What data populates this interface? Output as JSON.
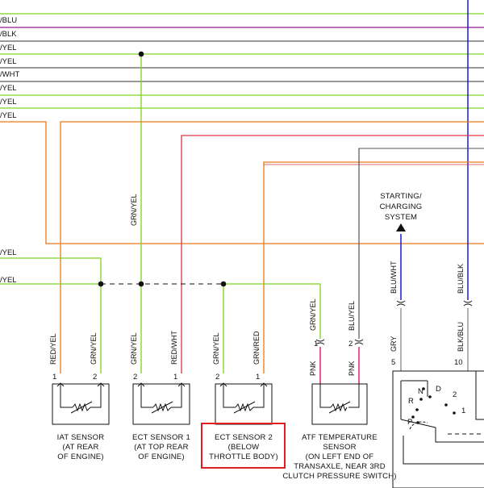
{
  "left_wire_labels": [
    "/BLU",
    "/BLK",
    "/YEL",
    "/YEL",
    "/WHT",
    "/YEL",
    "/YEL",
    "/YEL"
  ],
  "mid_wire_labels": [
    "/YEL",
    "/YEL"
  ],
  "vertical_labels": {
    "grn_yel_top": "GRN/YEL",
    "iat_a": "RED/YEL",
    "iat_b": "GRN/YEL",
    "ect1_a": "GRN/YEL",
    "ect1_b": "RED/WHT",
    "ect2_a": "GRN/YEL",
    "ect2_b": "GRN/RED",
    "atf_top_a": "GRN/YEL",
    "atf_top_b": "BLU/YEL",
    "atf_bot_a": "PNK",
    "atf_bot_b": "PNK",
    "sc_top": "BLU/WHT",
    "sc_bot": "GRY",
    "right_top": "BLU/BLK",
    "right_bot": "BLK/BLU"
  },
  "pins": {
    "iat": [
      "1",
      "2"
    ],
    "ect1": [
      "2",
      "1"
    ],
    "ect2": [
      "2",
      "1"
    ],
    "atf": [
      "1",
      "2"
    ],
    "gry": "5",
    "blk": "10"
  },
  "starting_charging": [
    "STARTING/",
    "CHARGING",
    "SYSTEM"
  ],
  "components": {
    "iat": [
      "IAT SENSOR",
      "(AT REAR",
      "OF ENGINE)"
    ],
    "ect1": [
      "ECT SENSOR 1",
      "(AT TOP REAR",
      "OF ENGINE)"
    ],
    "ect2": [
      "ECT SENSOR 2",
      "(BELOW",
      "THROTTLE BODY)"
    ],
    "atf": [
      "ATF TEMPERATURE",
      "SENSOR",
      "(ON LEFT END OF",
      "TRANSAXLE, NEAR 3RD",
      "CLUTCH PRESSURE SWITCH)"
    ]
  },
  "switch_letters": [
    "N",
    "D",
    "R",
    "2",
    "P",
    "1"
  ],
  "colors": {
    "green": "#7ed321",
    "orange": "#e8791a",
    "red": "#d9373f",
    "blue": "#1a1ad6",
    "purple": "#9a1a8a",
    "gray": "#888888",
    "pink": "#e0207a",
    "black": "#111111",
    "highlight": "#e02020"
  }
}
